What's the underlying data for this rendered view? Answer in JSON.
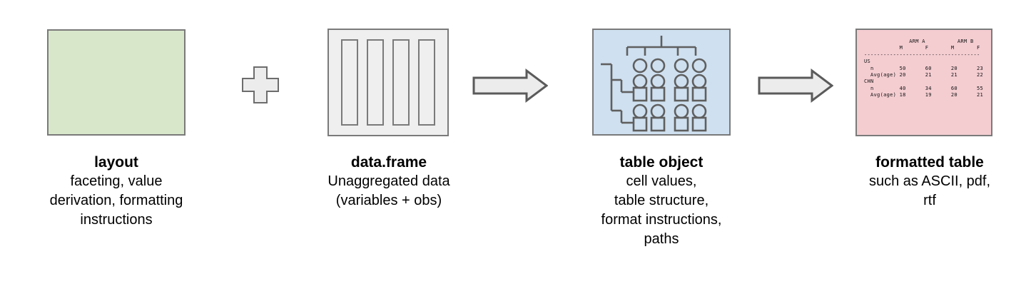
{
  "diagram": {
    "title": "table pipeline",
    "colors": {
      "layout_fill": "#d8e7ca",
      "dataframe_fill": "#efefef",
      "tableobject_fill": "#cfe0f0",
      "formatted_fill": "#f4cdd1",
      "stroke": "#7a7a7a",
      "arrow_fill": "#ececec",
      "text": "#000000"
    }
  },
  "stages": [
    {
      "key": "layout",
      "title": "layout",
      "desc": "faceting, value\nderivation, formatting\ninstructions",
      "desc_lines": [
        "faceting, value",
        "derivation, formatting",
        "instructions"
      ]
    },
    {
      "key": "dataframe",
      "title": "data.frame",
      "desc": "Unaggregated data\n(variables + obs)",
      "desc_lines": [
        "Unaggregated data",
        "(variables + obs)"
      ],
      "column_count": 4
    },
    {
      "key": "tableobject",
      "title": "table object",
      "desc": "cell values,\ntable structure,\nformat instructions,\npaths",
      "desc_lines": [
        "cell values,",
        "table structure,",
        "format instructions,",
        "paths"
      ]
    },
    {
      "key": "formatted",
      "title": "formatted table",
      "desc": "such as ASCII, pdf,\nrtf",
      "desc_lines": [
        "such as ASCII, pdf,",
        "rtf"
      ]
    }
  ],
  "connectors": [
    {
      "key": "plus",
      "symbol": "+",
      "name": "plus-connector"
    },
    {
      "key": "arrow1",
      "symbol": "→",
      "name": "arrow-right"
    },
    {
      "key": "arrow2",
      "symbol": "→",
      "name": "arrow-right"
    }
  ],
  "formatted_table": {
    "group_headers": [
      "ARM A",
      "ARM B"
    ],
    "sub_headers": [
      "M",
      "F",
      "M",
      "F"
    ],
    "rule": "------------------------------------",
    "rows": [
      {
        "label": "US",
        "indent": 0,
        "values": []
      },
      {
        "label": "n",
        "indent": 1,
        "values": [
          "50",
          "60",
          "20",
          "23"
        ]
      },
      {
        "label": "Avg(age)",
        "indent": 1,
        "values": [
          "20",
          "21",
          "21",
          "22"
        ]
      },
      {
        "label": "CHN",
        "indent": 0,
        "values": []
      },
      {
        "label": "n",
        "indent": 1,
        "values": [
          "40",
          "34",
          "60",
          "55"
        ]
      },
      {
        "label": "Avg(age)",
        "indent": 1,
        "values": [
          "18",
          "19",
          "20",
          "21"
        ]
      }
    ],
    "ascii": "              ARM A          ARM B\n           M       F       M       F\n------------------------------------\nUS\n  n        50      60      20      23\n  Avg(age) 20      21      21      22\nCHN\n  n        40      34      60      55\n  Avg(age) 18      19      20      21"
  },
  "table_object_graphic": {
    "column_tree_branches": 4,
    "row_tree_groups": 2,
    "grid_rows": [
      [
        "circle",
        "circle",
        "circle",
        "circle"
      ],
      [
        "circle",
        "circle",
        "circle",
        "circle"
      ],
      [
        "square",
        "square",
        "square",
        "square"
      ],
      [
        "circle",
        "circle",
        "circle",
        "circle"
      ],
      [
        "square",
        "square",
        "square",
        "square"
      ]
    ]
  }
}
